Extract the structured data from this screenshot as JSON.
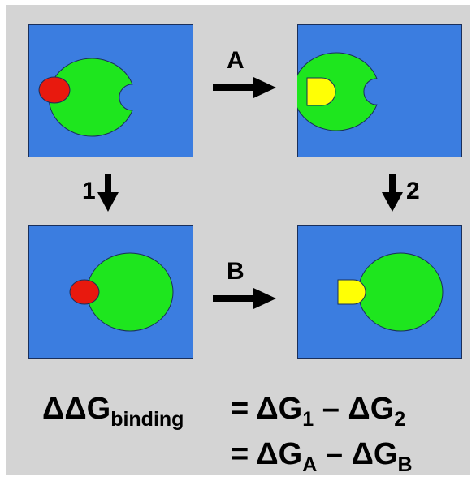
{
  "colors": {
    "background": "#d4d4d4",
    "solvent": "#3b7de0",
    "protein": "#1ee61e",
    "ligand_1": "#e8190e",
    "ligand_2": "#ffff05",
    "outline": "#1a2f5a"
  },
  "arrows": {
    "a_label": "A",
    "b_label": "B",
    "one_label": "1",
    "two_label": "2"
  },
  "equation": {
    "line1_lhs_main": "ΔΔG",
    "line1_lhs_sub": "binding",
    "line1_op": "=",
    "line1_term1_main": "ΔG",
    "line1_term1_sub": "1",
    "line1_minus": "–",
    "line1_term2_main": "ΔG",
    "line1_term2_sub": "2",
    "line2_op": "=",
    "line2_term1_main": "ΔG",
    "line2_term1_sub": "A",
    "line2_minus": "–",
    "line2_term2_main": "ΔG",
    "line2_term2_sub": "B"
  }
}
